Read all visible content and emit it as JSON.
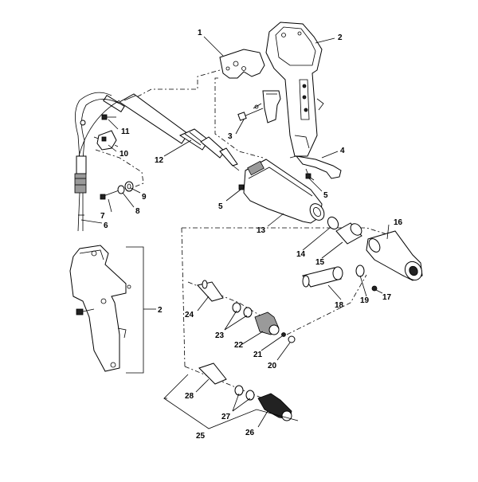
{
  "diagram": {
    "callouts": [
      {
        "id": "c1",
        "label": "1"
      },
      {
        "id": "c2a",
        "label": "2"
      },
      {
        "id": "c3",
        "label": "3"
      },
      {
        "id": "c4",
        "label": "4"
      },
      {
        "id": "c5a",
        "label": "5"
      },
      {
        "id": "c5b",
        "label": "5"
      },
      {
        "id": "c6",
        "label": "6"
      },
      {
        "id": "c7",
        "label": "7"
      },
      {
        "id": "c8",
        "label": "8"
      },
      {
        "id": "c9",
        "label": "9"
      },
      {
        "id": "c10",
        "label": "10"
      },
      {
        "id": "c11",
        "label": "11"
      },
      {
        "id": "c12",
        "label": "12"
      },
      {
        "id": "c13",
        "label": "13"
      },
      {
        "id": "c14",
        "label": "14"
      },
      {
        "id": "c15",
        "label": "15"
      },
      {
        "id": "c16",
        "label": "16"
      },
      {
        "id": "c17",
        "label": "17"
      },
      {
        "id": "c18",
        "label": "18"
      },
      {
        "id": "c19",
        "label": "19"
      },
      {
        "id": "c2b",
        "label": "2"
      },
      {
        "id": "c20",
        "label": "20"
      },
      {
        "id": "c21",
        "label": "21"
      },
      {
        "id": "c22",
        "label": "22"
      },
      {
        "id": "c23",
        "label": "23"
      },
      {
        "id": "c24",
        "label": "24"
      },
      {
        "id": "c25",
        "label": "25"
      },
      {
        "id": "c26",
        "label": "26"
      },
      {
        "id": "c27",
        "label": "27"
      },
      {
        "id": "c28",
        "label": "28"
      }
    ]
  }
}
